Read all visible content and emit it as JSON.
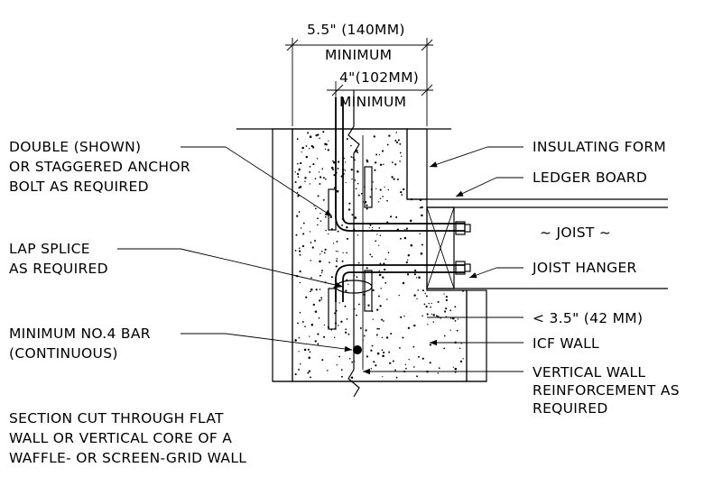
{
  "dimensions": {
    "overall_value": "5.5\" (140MM)",
    "overall_qualifier": "MINIMUM",
    "inner_value": "4\"(102MM)",
    "inner_qualifier": "MINIMUM"
  },
  "labels_left": {
    "anchor_line1": "DOUBLE (SHOWN)",
    "anchor_line2": "OR STAGGERED ANCHOR",
    "anchor_line3": "BOLT AS REQUIRED",
    "lap_line1": "LAP SPLICE",
    "lap_line2": "AS REQUIRED",
    "bar_line1": "MINIMUM NO.4 BAR",
    "bar_line2": "(CONTINUOUS)"
  },
  "labels_right": {
    "insulating_form": "INSULATING FORM",
    "ledger_board": "LEDGER BOARD",
    "joist": "~   JOIST   ~",
    "joist_hanger": "JOIST HANGER",
    "setback": "< 3.5\" (42 MM)",
    "icf_wall": "ICF WALL",
    "vert_line1": "VERTICAL WALL",
    "vert_line2": "REINFORCEMENT AS",
    "vert_line3": "REQUIRED"
  },
  "caption": {
    "line1": "SECTION CUT THROUGH FLAT",
    "line2": "WALL OR VERTICAL CORE OF A",
    "line3": "WAFFLE- OR SCREEN-GRID WALL"
  }
}
